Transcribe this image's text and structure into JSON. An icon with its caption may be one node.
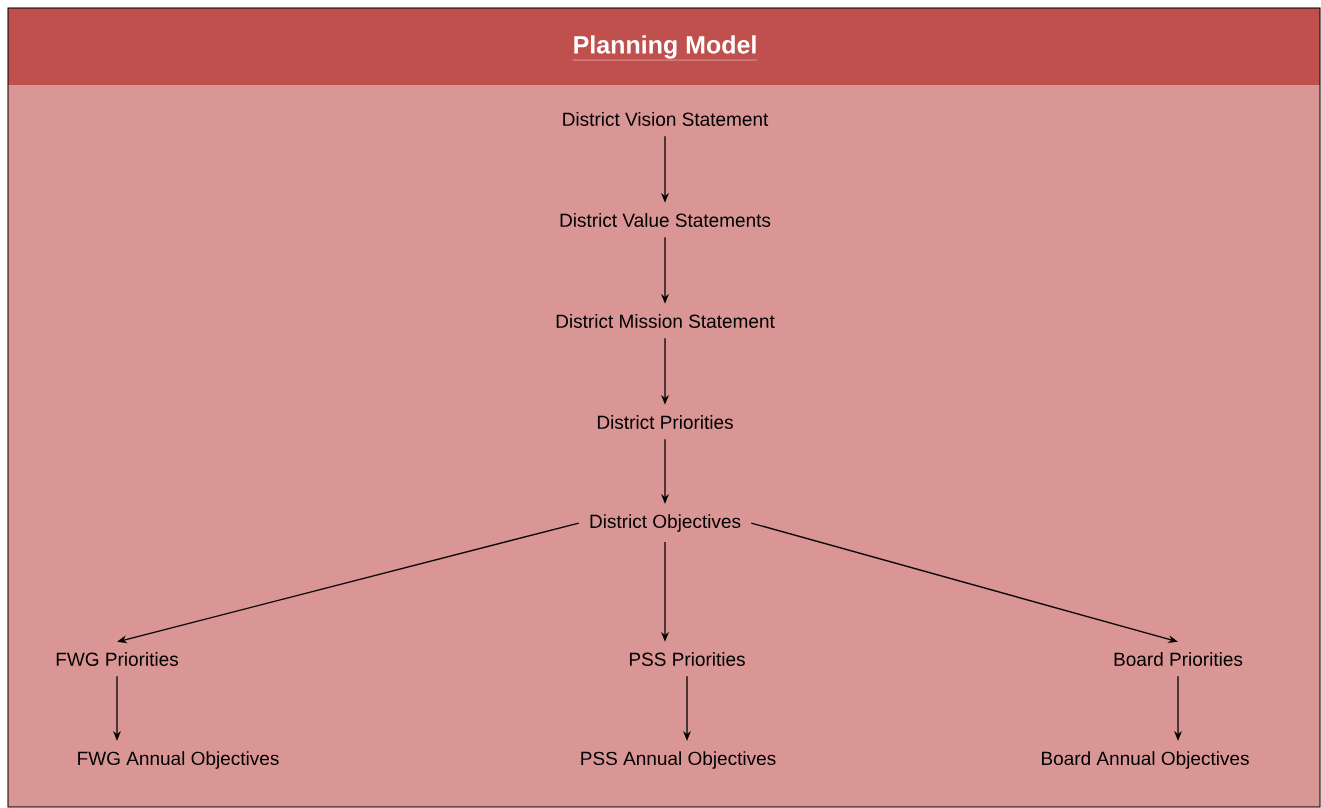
{
  "diagram": {
    "title": "Planning Model",
    "nodes": [
      {
        "text": [
          "District Vision Statement"
        ]
      },
      {
        "text": [
          "District Value Statements"
        ]
      },
      {
        "text": [
          "District Mission Statement"
        ]
      },
      {
        "text": [
          "District Priorities"
        ]
      },
      {
        "text": [
          "District Objectives"
        ]
      },
      {
        "text": [
          "FWG Priorities"
        ]
      },
      {
        "text": [
          "PSS Priorities"
        ]
      },
      {
        "text": [
          "Board Priorities"
        ]
      },
      {
        "text": [
          "FWG Annual Objectives"
        ]
      },
      {
        "text": [
          "PSS Annual Objectives"
        ]
      },
      {
        "text": [
          "Board Annual Objectives"
        ]
      }
    ],
    "edges": [
      {
        "from": 0,
        "to": 1,
        "arrow": "to"
      },
      {
        "from": 1,
        "to": 2,
        "arrow": "to"
      },
      {
        "from": 2,
        "to": 3,
        "arrow": "to"
      },
      {
        "from": 3,
        "to": 4,
        "arrow": "to"
      },
      {
        "from": 4,
        "to": 5,
        "arrow": "to"
      },
      {
        "from": 4,
        "to": 6,
        "arrow": "to"
      },
      {
        "from": 4,
        "to": 7,
        "arrow": "to"
      },
      {
        "from": 5,
        "to": 8,
        "arrow": "to"
      },
      {
        "from": 6,
        "to": 9,
        "arrow": "to"
      },
      {
        "from": 7,
        "to": 10,
        "arrow": "to"
      }
    ]
  }
}
